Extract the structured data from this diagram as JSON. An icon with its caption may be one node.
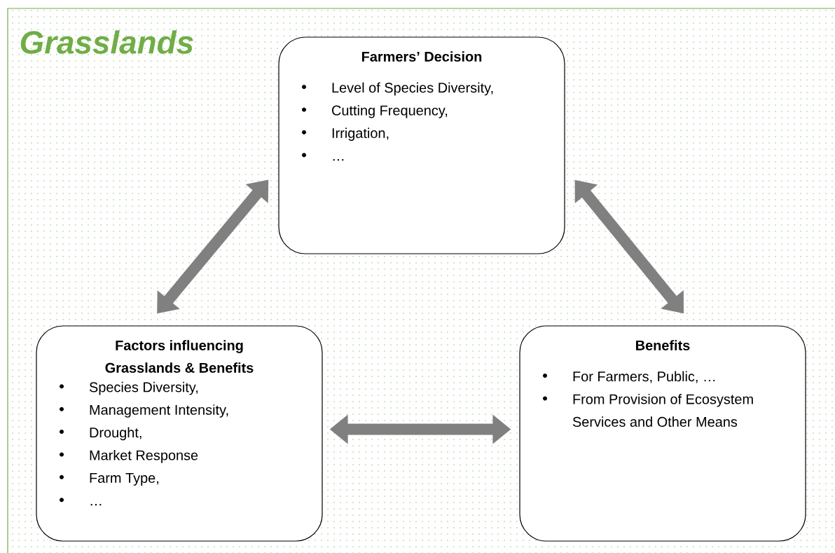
{
  "diagram": {
    "title": "Grasslands",
    "nodes": [
      {
        "text": [
          "Farmers’ Decision",
          "Level of Species Diversity,",
          "Cutting Frequency,",
          "Irrigation,",
          "…"
        ]
      },
      {
        "text": [
          "Factors influencing Grasslands & Benefits",
          "Species Diversity,",
          "Management Intensity,",
          "Drought,",
          "Market Response",
          "Farm Type,",
          "…"
        ]
      },
      {
        "text": [
          "Benefits",
          "For Farmers, Public, …",
          "From Provision of Ecosystem Services and Other Means"
        ]
      }
    ],
    "edges": [
      {
        "from": 0,
        "to": 1,
        "arrow": "both"
      },
      {
        "from": 0,
        "to": 2,
        "arrow": "both"
      },
      {
        "from": 1,
        "to": 2,
        "arrow": "both"
      }
    ]
  }
}
